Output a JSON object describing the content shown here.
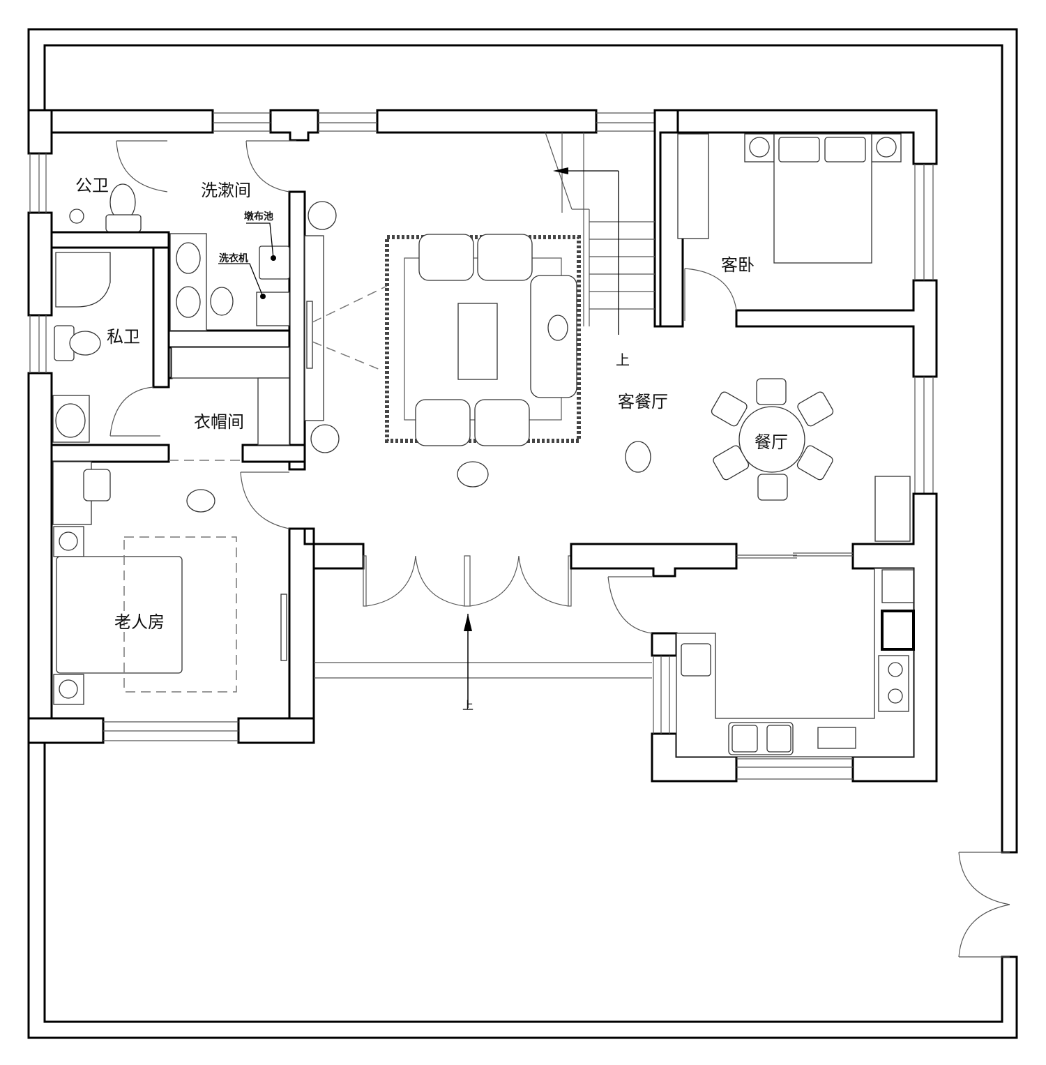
{
  "drawing": {
    "type": "floor-plan",
    "rooms": [
      {
        "id": "public_bath",
        "label": "公卫"
      },
      {
        "id": "washroom",
        "label": "洗漱间"
      },
      {
        "id": "private_bath",
        "label": "私卫"
      },
      {
        "id": "cloakroom",
        "label": "衣帽间"
      },
      {
        "id": "elder_room",
        "label": "老人房"
      },
      {
        "id": "living_dining",
        "label": "客餐厅"
      },
      {
        "id": "dining",
        "label": "餐厅"
      },
      {
        "id": "guest_bedroom",
        "label": "客卧"
      }
    ],
    "annotations": {
      "mop_sink": "墩布池",
      "washing_machine": "洗衣机",
      "stair_up": "上",
      "entry_up": "上"
    },
    "colors": {
      "wall": "#000000",
      "background": "#ffffff",
      "furniture": "#333333"
    }
  }
}
